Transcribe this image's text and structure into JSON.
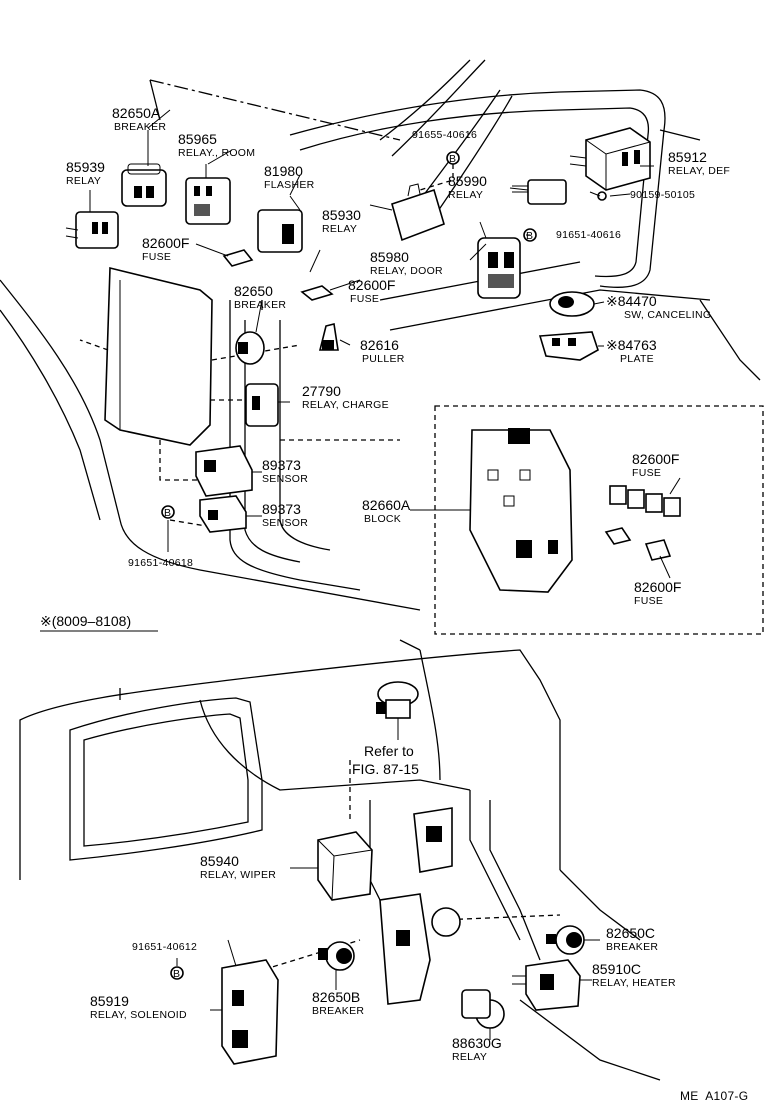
{
  "callouts": [
    {
      "id": "82650A-top",
      "number": "82650A",
      "desc": "BREAKER"
    },
    {
      "id": "85965",
      "number": "85965",
      "desc": "RELAY., ROOM"
    },
    {
      "id": "85939",
      "number": "85939",
      "desc": "RELAY"
    },
    {
      "id": "81980",
      "number": "81980",
      "desc": "FLASHER"
    },
    {
      "id": "91655-40616",
      "number": "91655-40616",
      "desc": ""
    },
    {
      "id": "85912",
      "number": "85912",
      "desc": "RELAY, DEF"
    },
    {
      "id": "85990",
      "number": "85990",
      "desc": "RELAY"
    },
    {
      "id": "90159-50105",
      "number": "90159-50105",
      "desc": ""
    },
    {
      "id": "85930",
      "number": "85930",
      "desc": "RELAY"
    },
    {
      "id": "82600F-1",
      "number": "82600F",
      "desc": "FUSE"
    },
    {
      "id": "91651-40616",
      "number": "91651-40616",
      "desc": ""
    },
    {
      "id": "85980",
      "number": "85980",
      "desc": "RELAY, DOOR"
    },
    {
      "id": "82650-mid",
      "number": "82650",
      "desc": "BREAKER"
    },
    {
      "id": "82600F-2",
      "number": "82600F",
      "desc": "FUSE"
    },
    {
      "id": "84470",
      "number": "84470",
      "desc": "SW, CANCELING",
      "mark": "※"
    },
    {
      "id": "82616",
      "number": "82616",
      "desc": "PULLER"
    },
    {
      "id": "84763",
      "number": "84763",
      "desc": "PLATE",
      "mark": "※"
    },
    {
      "id": "27790",
      "number": "27790",
      "desc": "RELAY, CHARGE"
    },
    {
      "id": "89373-a",
      "number": "89373",
      "desc": "SENSOR"
    },
    {
      "id": "89373-b",
      "number": "89373",
      "desc": "SENSOR"
    },
    {
      "id": "82600F-3",
      "number": "82600F",
      "desc": "FUSE"
    },
    {
      "id": "82660A",
      "number": "82660A",
      "desc": "BLOCK"
    },
    {
      "id": "82600F-4",
      "number": "82600F",
      "desc": "FUSE"
    },
    {
      "id": "91651-40618",
      "number": "91651-40618",
      "desc": ""
    },
    {
      "id": "85940",
      "number": "85940",
      "desc": "RELAY, WIPER"
    },
    {
      "id": "82650C",
      "number": "82650C",
      "desc": "BREAKER"
    },
    {
      "id": "91651-40612",
      "number": "91651-40612",
      "desc": ""
    },
    {
      "id": "85910C",
      "number": "85910C",
      "desc": "RELAY, HEATER"
    },
    {
      "id": "85919",
      "number": "85919",
      "desc": "RELAY, SOLENOID"
    },
    {
      "id": "82650B",
      "number": "82650B",
      "desc": "BREAKER"
    },
    {
      "id": "88630G",
      "number": "88630G",
      "desc": "RELAY"
    }
  ],
  "bolt_marker": "B",
  "variant_note": "※(8009–8108)",
  "reference": {
    "line1": "Refer to",
    "line2": "FIG. 87-15"
  },
  "figure_code": "ME  A107-G"
}
